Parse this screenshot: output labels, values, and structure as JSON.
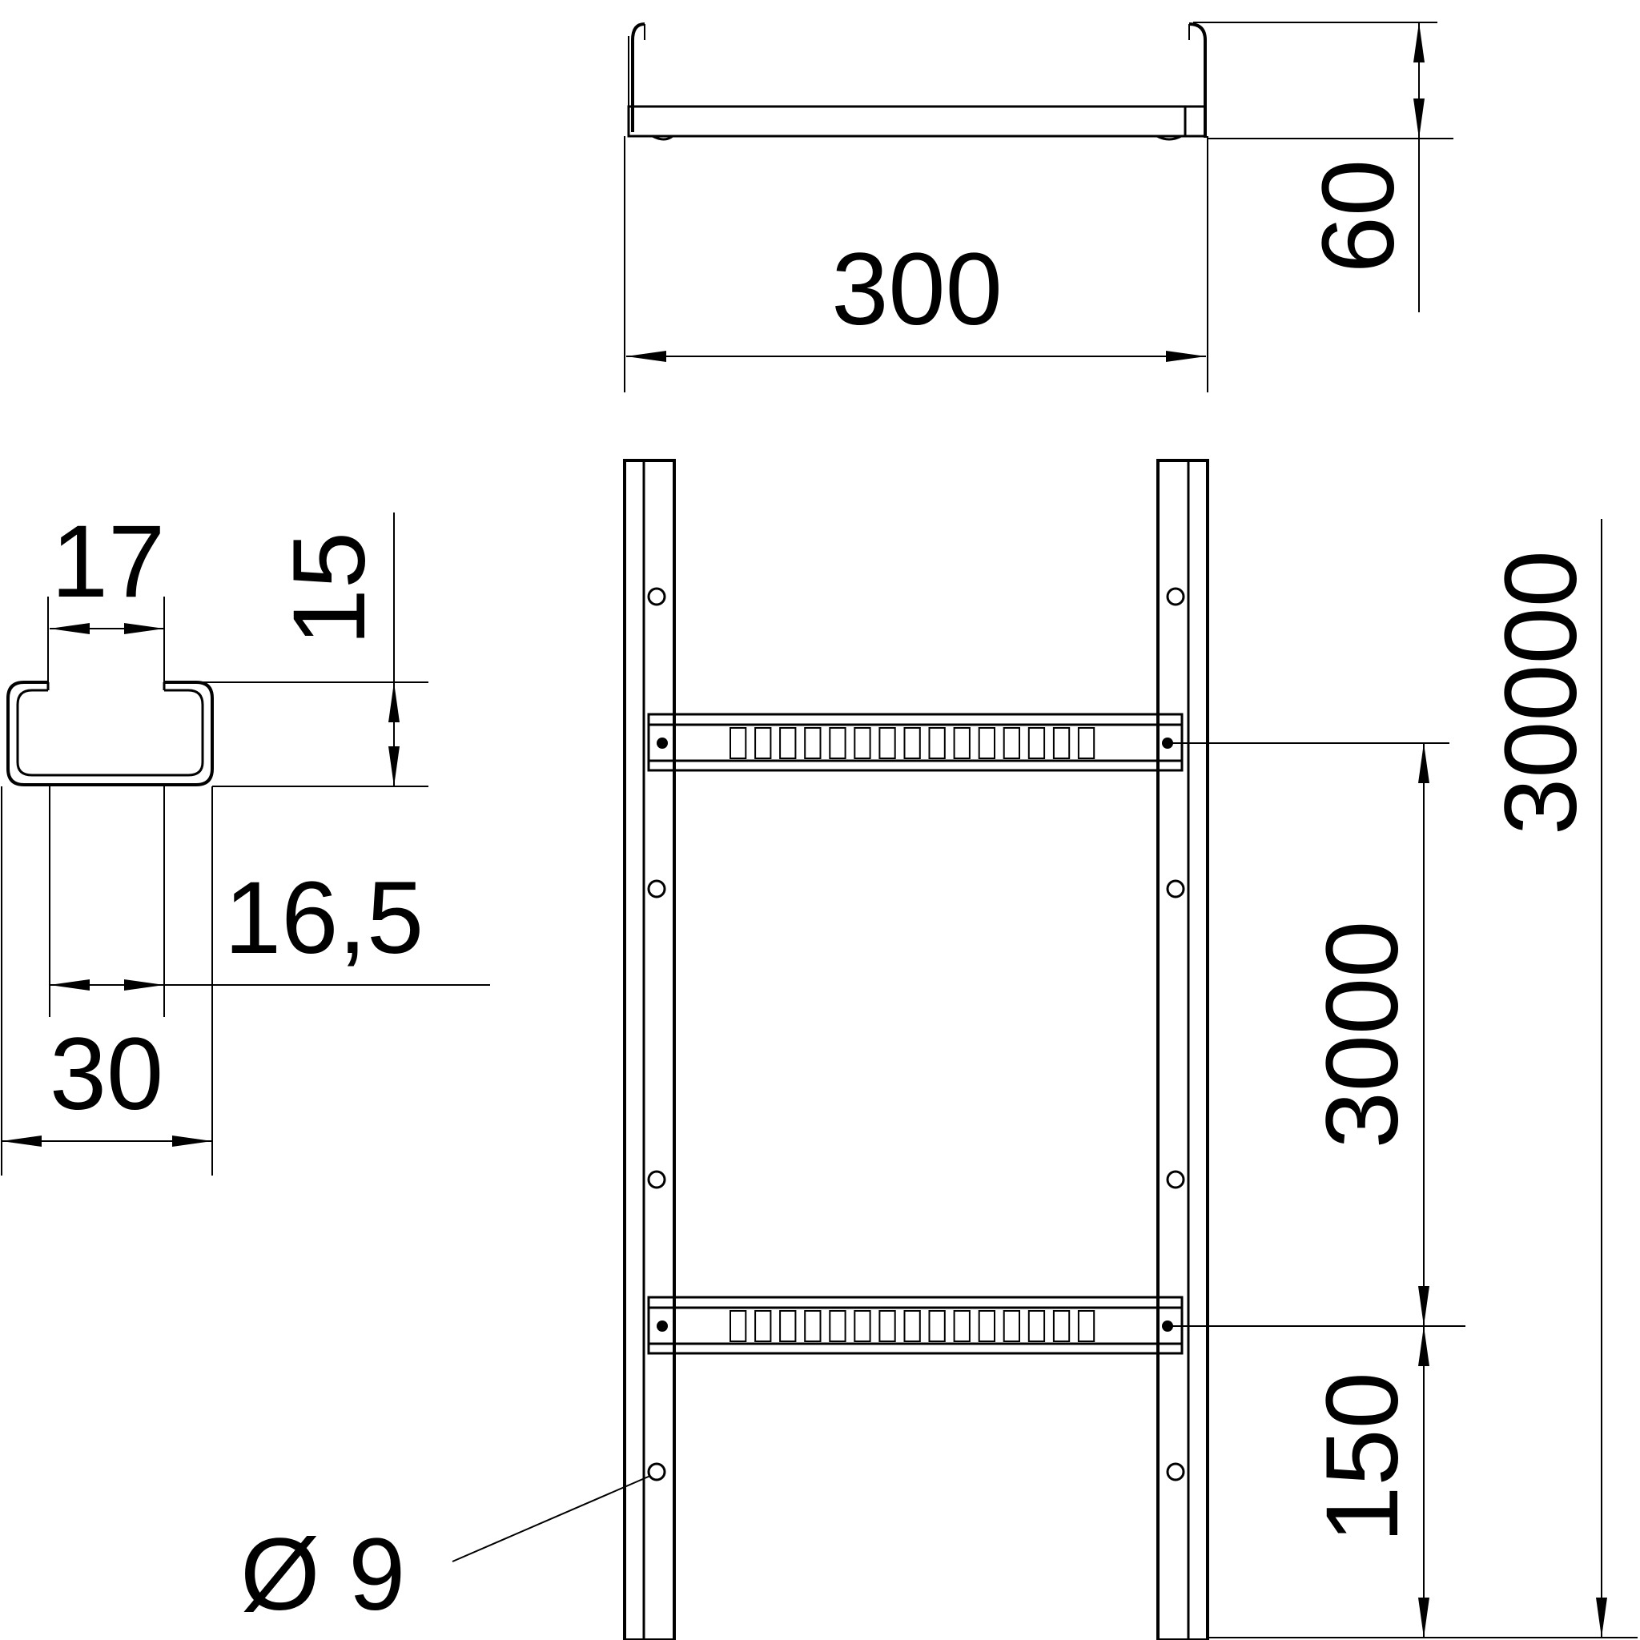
{
  "dimensions": {
    "width_300": "300",
    "height_60": "60",
    "profile_17": "17",
    "profile_15": "15",
    "profile_16_5": "16,5",
    "profile_30": "30",
    "length_3000_total": "30000",
    "spacing_3000": "3000",
    "offset_150": "150",
    "hole_diameter": "Ø 9"
  },
  "colors": {
    "line": "#000000",
    "background": "#ffffff"
  }
}
